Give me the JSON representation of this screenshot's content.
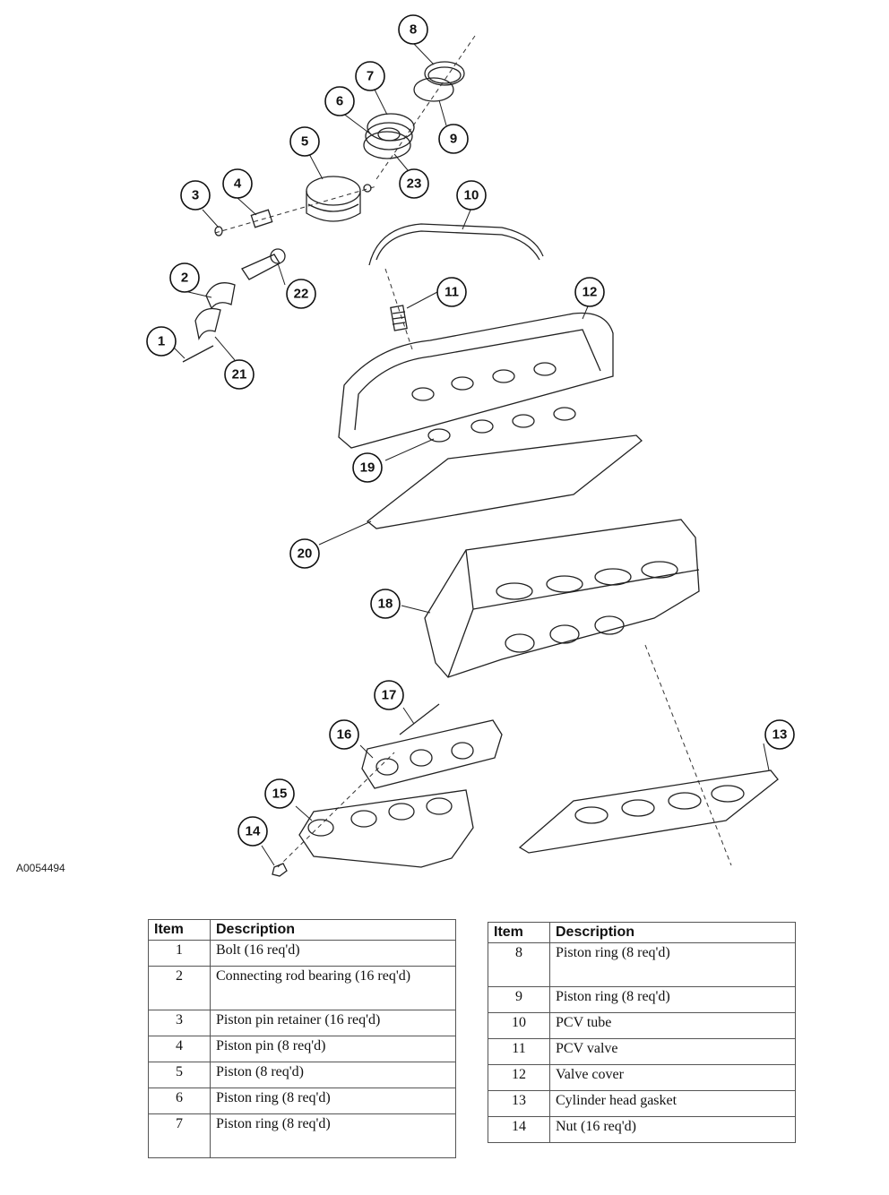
{
  "figure_id": "A0054494",
  "callouts": [
    "1",
    "2",
    "3",
    "4",
    "5",
    "6",
    "7",
    "8",
    "9",
    "10",
    "11",
    "12",
    "13",
    "14",
    "15",
    "16",
    "17",
    "18",
    "19",
    "20",
    "21",
    "22",
    "23"
  ],
  "table_left": {
    "headers": [
      "Item",
      "Description"
    ],
    "rows": [
      {
        "item": "1",
        "desc": "Bolt (16 req'd)"
      },
      {
        "item": "2",
        "desc": "Connecting rod bearing (16 req'd)"
      },
      {
        "item": "3",
        "desc": "Piston pin retainer (16 req'd)"
      },
      {
        "item": "4",
        "desc": "Piston pin (8 req'd)"
      },
      {
        "item": "5",
        "desc": "Piston (8 req'd)"
      },
      {
        "item": "6",
        "desc": "Piston ring (8 req'd)"
      },
      {
        "item": "7",
        "desc": "Piston ring (8 req'd)"
      }
    ]
  },
  "table_right": {
    "headers": [
      "Item",
      "Description"
    ],
    "rows": [
      {
        "item": "8",
        "desc": "Piston ring (8 req'd)"
      },
      {
        "item": "9",
        "desc": "Piston ring (8 req'd)"
      },
      {
        "item": "10",
        "desc": "PCV tube"
      },
      {
        "item": "11",
        "desc": "PCV valve"
      },
      {
        "item": "12",
        "desc": "Valve cover"
      },
      {
        "item": "13",
        "desc": "Cylinder head gasket"
      },
      {
        "item": "14",
        "desc": "Nut (16 req'd)"
      }
    ]
  }
}
